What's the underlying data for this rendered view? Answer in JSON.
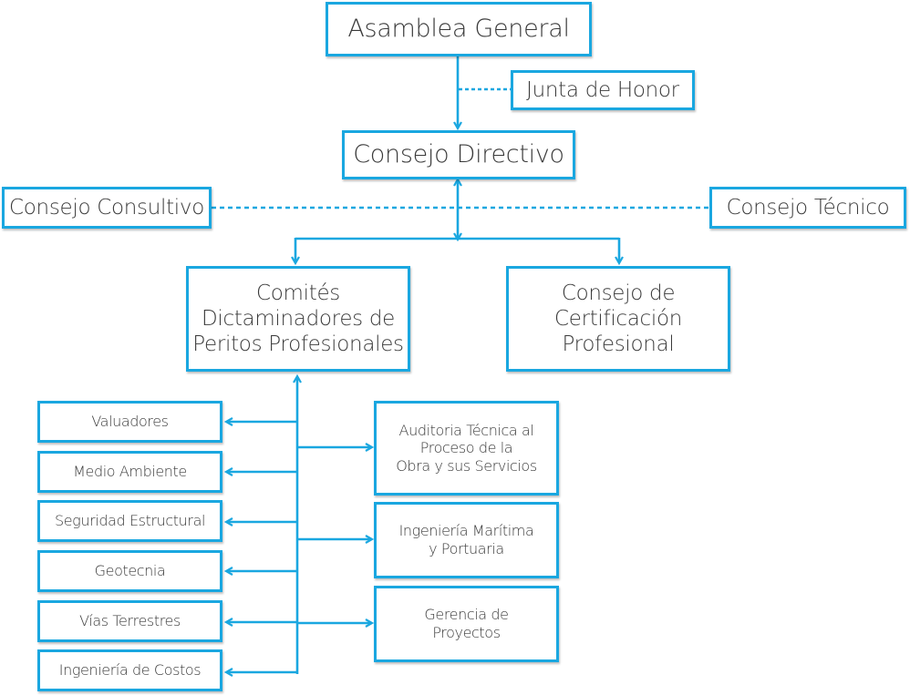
{
  "colors": {
    "line": "#1aa7e0",
    "text": "#3a3a3a"
  },
  "nodes": {
    "asamblea": "Asamblea General",
    "junta": "Junta de Honor",
    "directivo": "Consejo Directivo",
    "consultivo": "Consejo Consultivo",
    "tecnico": "Consejo Técnico",
    "comites": [
      "Comités",
      "Dictaminadores de",
      "Peritos Profesionales"
    ],
    "certificacion": [
      "Consejo de",
      "Certificación",
      "Profesional"
    ],
    "left_committees": [
      "Valuadores",
      "Medio Ambiente",
      "Seguridad Estructural",
      "Geotecnia",
      "Vías Terrestres",
      "Ingeniería de Costos"
    ],
    "right_committees": [
      [
        "Auditoria Técnica al",
        "Proceso de la",
        "Obra y sus Servicios"
      ],
      [
        "Ingeniería Marítima",
        "y Portuaria"
      ],
      [
        "Gerencia de",
        "Proyectos"
      ]
    ]
  }
}
